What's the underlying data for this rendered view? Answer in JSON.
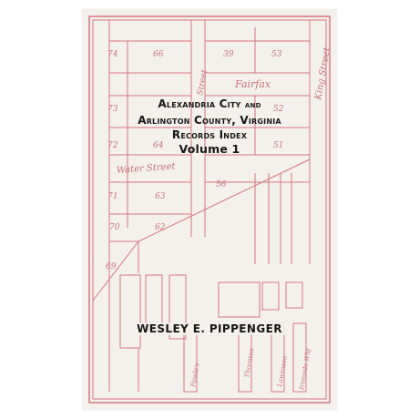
{
  "cover": {
    "title_line_1_main": "Alexandria City",
    "title_line_1_small": "and",
    "title_line_2": "Arlington County, Virginia",
    "title_line_3": "Records Index",
    "volume": "Volume 1",
    "author": "Wesley E. Pippenger"
  },
  "map_labels": {
    "lot_74": "74",
    "lot_66": "66",
    "lot_39": "39",
    "lot_53": "53",
    "lot_73": "73",
    "lot_52": "52",
    "lot_72": "72",
    "lot_64": "64",
    "lot_51": "51",
    "lot_71": "71",
    "lot_63": "63",
    "lot_56": "56",
    "lot_70": "70",
    "lot_62": "62",
    "lot_69": "69",
    "street_fairfax": "Fairfax",
    "street_king": "King Street",
    "street_water": "Water Street",
    "street_side": "Street",
    "wharf_1": "Fowle's",
    "wharf_2": "Thornton",
    "wharf_3": "Lawrason",
    "wharf_4": "Ironside Whf"
  },
  "colors": {
    "map_line": "#d77480",
    "paper": "#f4f1ec",
    "text": "#161616"
  }
}
